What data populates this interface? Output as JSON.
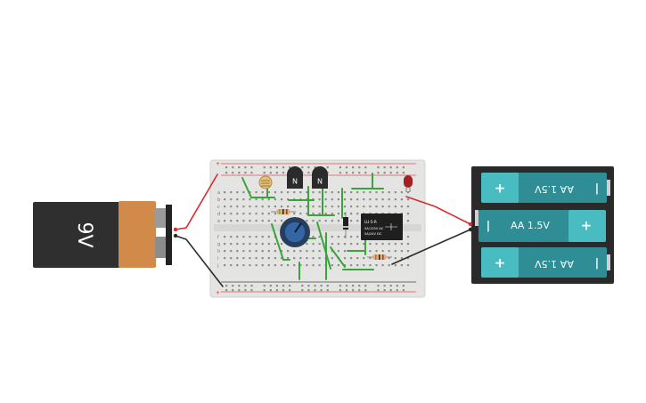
{
  "battery_9v": {
    "label": "9V"
  },
  "battery_pack": {
    "cells": [
      {
        "label": "AA 1.5V",
        "plus": "+",
        "minus": "|"
      },
      {
        "label": "AA 1.5V",
        "plus": "+",
        "minus": "|"
      },
      {
        "label": "AA 1.5V",
        "plus": "+",
        "minus": "|"
      }
    ]
  },
  "transistors": [
    {
      "label": "N"
    },
    {
      "label": "N"
    }
  ],
  "relay": {
    "lines": [
      "LU-5-R",
      "5A/125V AC",
      "5A/24V DC"
    ]
  },
  "breadboard": {
    "row_letters_top": [
      "a",
      "b",
      "c",
      "d",
      "e"
    ],
    "row_letters_bottom": [
      "f",
      "g",
      "h",
      "i",
      "j"
    ],
    "rail_plus": "+",
    "rail_minus": "-"
  },
  "colors": {
    "wire_red": "#d92c2c",
    "wire_black": "#2b2b2b",
    "wire_green": "#3aa43a",
    "battery_body": "#2f2f2f",
    "battery_copper": "#d18a4a",
    "cell_teal": "#2f8d95",
    "cell_teal_light": "#49bcc2",
    "breadboard": "#e4e4e2"
  }
}
